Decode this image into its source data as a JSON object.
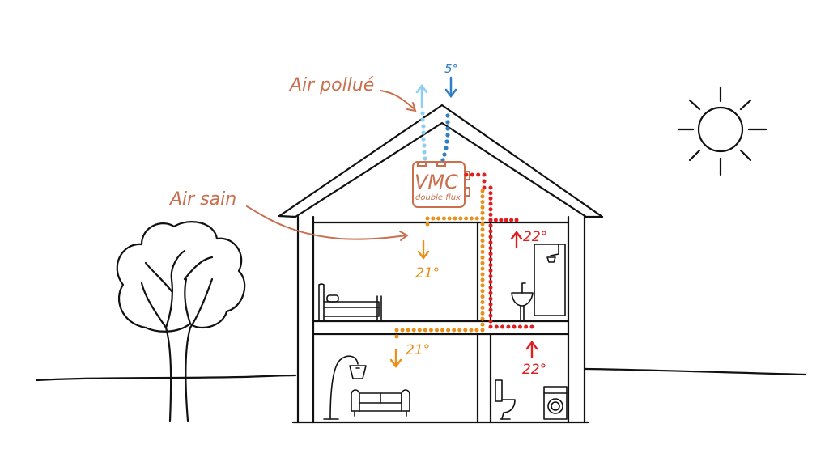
{
  "labels": {
    "air_pollue": "Air pollué",
    "air_sain": "Air sain",
    "vmc_title": "VMC",
    "vmc_subtitle": "double flux",
    "temp_outside": "5°",
    "temp_bedroom": "21°",
    "temp_living": "21°",
    "temp_bathroom_top": "22°",
    "temp_bathroom_bottom": "22°"
  },
  "colors": {
    "ink": "#111111",
    "annotation": "#c96f4e",
    "warm_air": "#e8901a",
    "extract_air": "#e01e1e",
    "fresh_air": "#2f7fc4",
    "exhaust_air": "#8ecff0"
  },
  "icons": [
    "sun-icon",
    "tree-icon",
    "bed-icon",
    "sofa-icon",
    "floor-lamp-icon",
    "shower-icon",
    "sink-icon",
    "toilet-icon",
    "washing-machine-icon"
  ]
}
